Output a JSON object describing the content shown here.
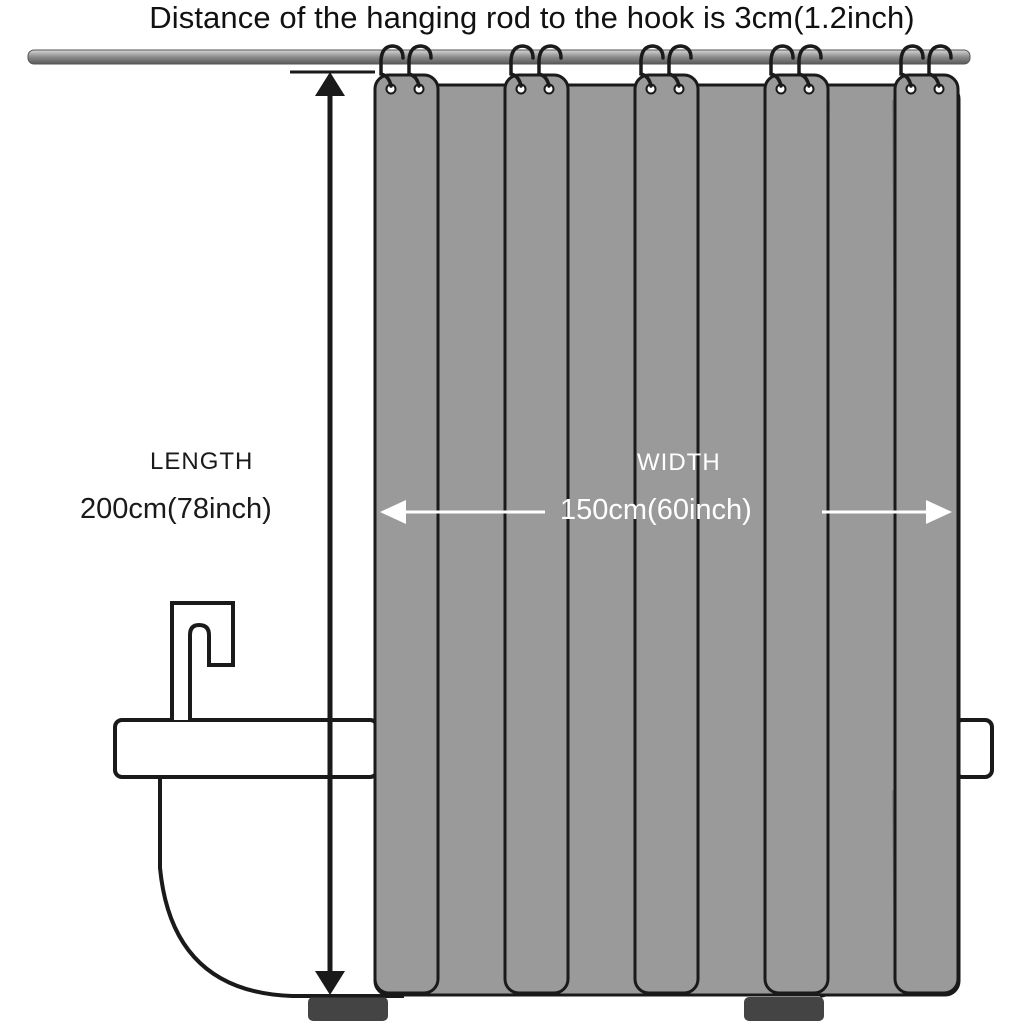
{
  "caption": "Distance of the hanging rod to the hook is 3cm(1.2inch)",
  "length": {
    "title": "LENGTH",
    "value": "200cm(78inch)"
  },
  "width": {
    "title": "WIDTH",
    "value": "150cm(60inch)"
  },
  "hook_groups": 5,
  "colors": {
    "curtain": "#9a9a9a",
    "outline": "#1a1a1a",
    "rod": "#a0a0a0",
    "background": "#ffffff",
    "arrow_white": "#ffffff",
    "foot": "#444444"
  }
}
